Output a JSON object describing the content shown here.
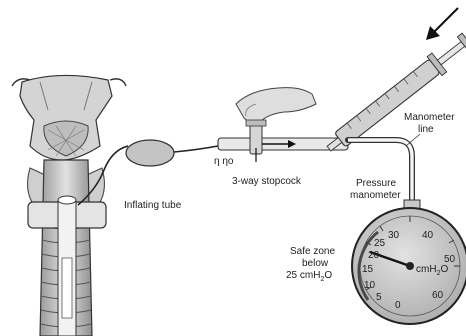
{
  "labels": {
    "inflating_tube": "Inflating tube",
    "stopcock": "3-way stopcock",
    "valve_marks": "η ηο",
    "manometer_line_1": "Manometer",
    "manometer_line_2": "line",
    "pressure_1": "Pressure",
    "pressure_2": "manometer",
    "safe_1": "Safe zone",
    "safe_2": "below",
    "safe_3_main": "25 cmH",
    "safe_3_sub": "2",
    "safe_3_tail": "O"
  },
  "gauge": {
    "ticks": [
      "0",
      "5",
      "10",
      "15",
      "20",
      "25",
      "30",
      "40",
      "50",
      "60"
    ],
    "unit_main": "cmH",
    "unit_sub": "2",
    "unit_tail": "O"
  },
  "colors": {
    "ink": "#1a1a1a",
    "tissue": "#d8d8d8",
    "tissue_dark": "#a9a9a9",
    "balloon": "#bcbcbc",
    "syringe": "#cfcfcf",
    "hand": "#dcdcdc",
    "dial_face": "#c7c7c7"
  },
  "icons": [
    "hand-icon",
    "syringe-icon",
    "stopcock-icon",
    "arrow-icon"
  ]
}
